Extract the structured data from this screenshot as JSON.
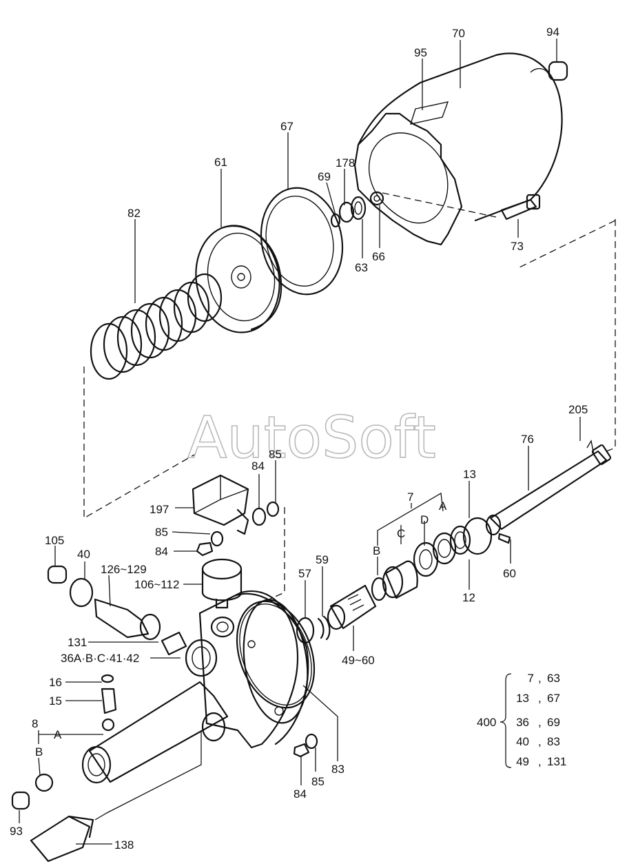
{
  "watermark": "AutoSoft",
  "callouts": {
    "c94": "94",
    "c70": "70",
    "c95": "95",
    "c67": "67",
    "c61": "61",
    "c178": "178",
    "c69": "69",
    "c82": "82",
    "c63": "63",
    "c66": "66",
    "c73": "73",
    "c205": "205",
    "c76": "76",
    "c7": "7",
    "c13": "13",
    "cA_top": "A",
    "cD": "D",
    "cC": "C",
    "cB_top": "B",
    "c197": "197",
    "c84_top": "84",
    "c85_top": "85",
    "c85_mid": "85",
    "c84_mid": "84",
    "c105": "105",
    "c40": "40",
    "c126_129": "126~129",
    "c106_112": "106~112",
    "c57": "57",
    "c59": "59",
    "c60": "60",
    "c12": "12",
    "c131": "131",
    "c36_42": "36A·B·C·41·42",
    "c49_60": "49~60",
    "c16": "16",
    "c15": "15",
    "c8": "8",
    "cA_low": "A",
    "cB_low": "B",
    "c83": "83",
    "c84_bot": "84",
    "c85_bot": "85",
    "c93": "93",
    "c138": "138"
  },
  "kit": {
    "label": "400",
    "rows": [
      {
        "a": "7",
        "sep": ",",
        "b": "63"
      },
      {
        "a": "13",
        "sep": ",",
        "b": "67"
      },
      {
        "a": "36",
        "sep": ",",
        "b": "69"
      },
      {
        "a": "40",
        "sep": ",",
        "b": "83"
      },
      {
        "a": "49",
        "sep": ",",
        "b": "131"
      }
    ]
  }
}
